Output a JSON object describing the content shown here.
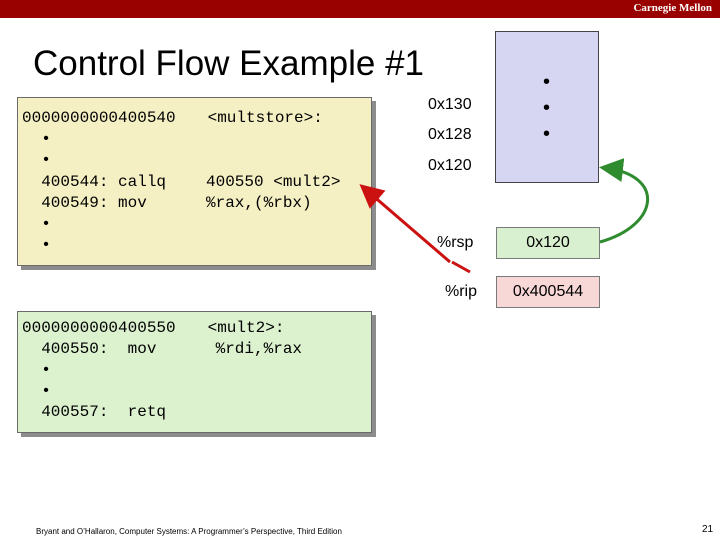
{
  "header": {
    "brand": "Carnegie Mellon"
  },
  "slide": {
    "title": "Control Flow Example #1"
  },
  "code_block_1": [
    {
      "addr": "0000000000400540",
      "text": " <multstore>:"
    },
    {
      "addr": "  •",
      "text": ""
    },
    {
      "addr": "  •",
      "text": ""
    },
    {
      "addr": "  400544: callq",
      "text": "400550 <mult2>"
    },
    {
      "addr": "  400549: mov",
      "text": "%rax,(%rbx)"
    },
    {
      "addr": "  •",
      "text": ""
    },
    {
      "addr": "  •",
      "text": ""
    }
  ],
  "code_block_2": [
    {
      "addr": "0000000000400550",
      "text": " <mult2>:"
    },
    {
      "addr": "  400550:  mov",
      "text": " %rdi,%rax"
    },
    {
      "addr": "  •",
      "text": ""
    },
    {
      "addr": "  •",
      "text": ""
    },
    {
      "addr": "  400557:  retq",
      "text": ""
    }
  ],
  "stack": {
    "addresses": [
      "0x130",
      "0x128",
      "0x120"
    ],
    "dots": [
      "•",
      "•",
      "•"
    ]
  },
  "registers": {
    "rsp": {
      "label": "%rsp",
      "value": "0x120"
    },
    "rip": {
      "label": "%rip",
      "value": "0x400544"
    }
  },
  "colors": {
    "header_bar": "#990000",
    "code_bg_1": "#f5f0c4",
    "code_bg_2": "#dcf2cf",
    "stack_bg": "#d6d6f2",
    "rsp_bg": "#d9f0d0",
    "rip_bg": "#f8d7d7",
    "rsp_arrow": "#2e8b2e",
    "rip_arrow": "#cc1111"
  },
  "footer": {
    "credit": "Bryant and O’Hallaron, Computer Systems: A Programmer’s Perspective, Third Edition",
    "page": "21"
  }
}
